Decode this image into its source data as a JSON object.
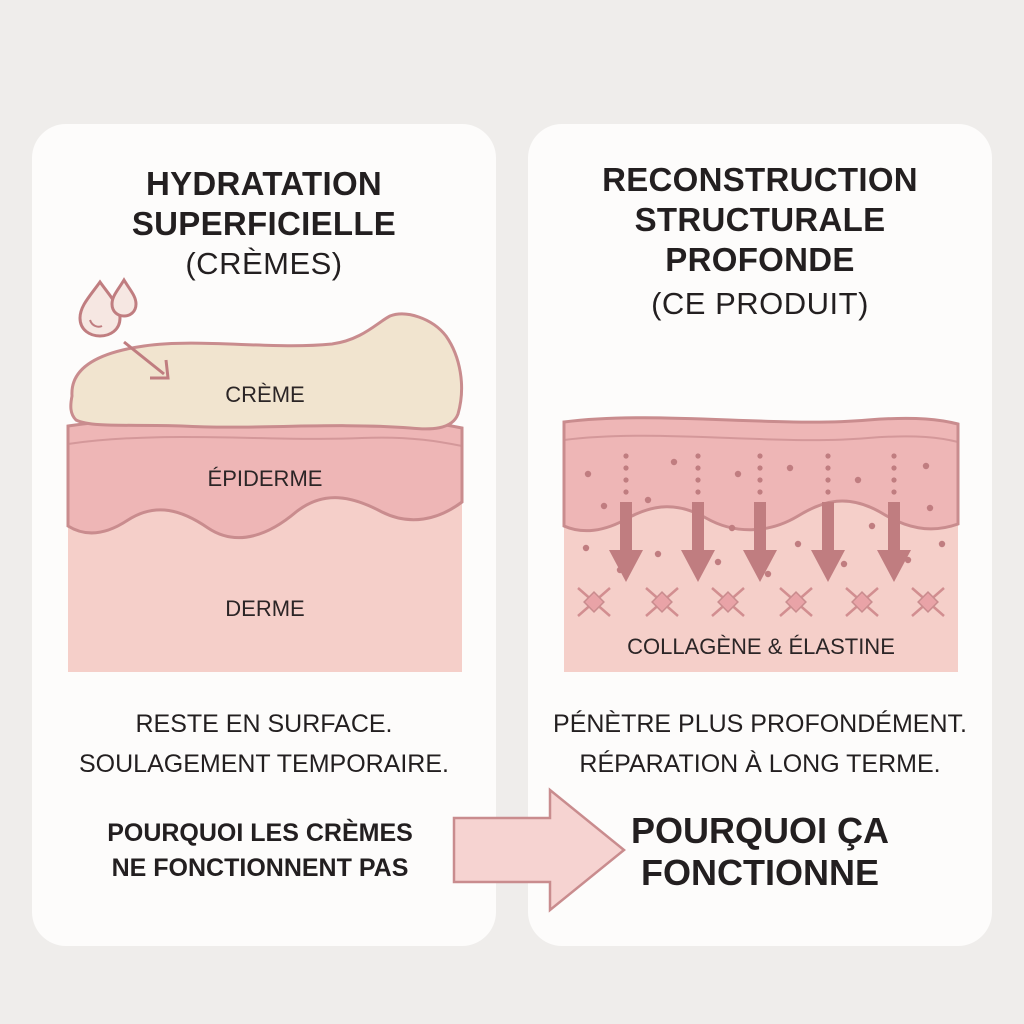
{
  "left_panel": {
    "title_lines": [
      "HYDRATATION",
      "SUPERFICIELLE"
    ],
    "subtitle": "(CRÈMES)",
    "layers": {
      "cream": "CRÈME",
      "epidermis": "ÉPIDERME",
      "dermis": "DERME"
    },
    "caption_lines": [
      "RESTE EN SURFACE.",
      "SOULAGEMENT TEMPORAIRE."
    ],
    "conclusion_lines": [
      "POURQUOI LES CRÈMES",
      "NE FONCTIONNENT PAS"
    ]
  },
  "right_panel": {
    "title_lines": [
      "RECONSTRUCTION",
      "STRUCTURALE",
      "PROFONDE"
    ],
    "subtitle": "(CE PRODUIT)",
    "layer_label": "COLLAGÈNE & ÉLASTINE",
    "caption_lines": [
      "PÉNÈTRE PLUS PROFONDÉMENT.",
      "RÉPARATION À LONG TERME."
    ],
    "conclusion_lines": [
      "POURQUOI ÇA",
      "FONCTIONNE"
    ]
  },
  "colors": {
    "background": "#efedeb",
    "card": "#fdfcfb",
    "cream": "#f1e4cf",
    "epidermis": "#eeb6b6",
    "dermis": "#f5cfc9",
    "outline": "#c98c8e",
    "arrow": "#c07d80",
    "big_arrow": "#f6d3d1"
  },
  "icons": [
    "water-drops-icon",
    "down-arrow-icon",
    "collagen-cross-icon",
    "right-arrow-icon"
  ]
}
